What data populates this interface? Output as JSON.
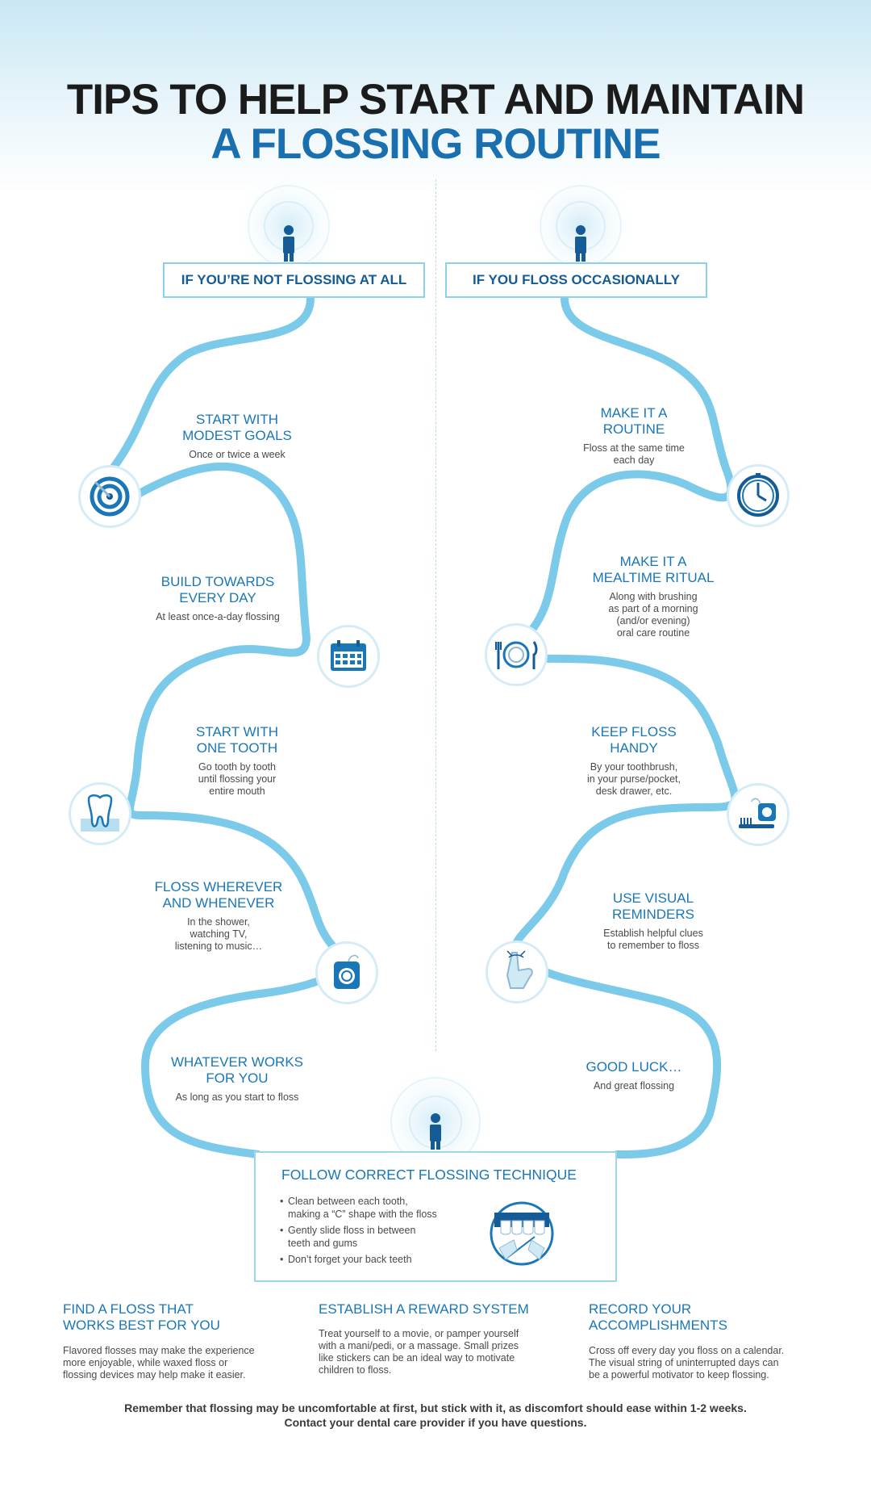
{
  "title": {
    "line1": "TIPS TO HELP START AND MAINTAIN",
    "line2": "A FLOSSING ROUTINE"
  },
  "colors": {
    "accent": "#1a77b7",
    "path": "#7ccaea",
    "dark": "#155c97",
    "title": "#1b1b1b"
  },
  "left": {
    "header": "IF YOU’RE NOT FLOSSING AT ALL",
    "steps": [
      {
        "title": "START WITH\nMODEST GOALS",
        "desc": "Once or twice a week",
        "icon": "target-icon"
      },
      {
        "title": "BUILD TOWARDS\nEVERY DAY",
        "desc": "At least once-a-day flossing",
        "icon": "calendar-icon"
      },
      {
        "title": "START WITH\nONE TOOTH",
        "desc": "Go tooth by tooth\nuntil flossing your\nentire mouth",
        "icon": "tooth-icon"
      },
      {
        "title": "FLOSS WHEREVER\nAND WHENEVER",
        "desc": "In the shower,\nwatching TV,\nlistening to music…",
        "icon": "floss-container-icon"
      },
      {
        "title": "WHATEVER WORKS\nFOR YOU",
        "desc": "As long as you start to floss"
      }
    ]
  },
  "right": {
    "header": "IF YOU FLOSS OCCASIONALLY",
    "steps": [
      {
        "title": "MAKE IT A\nROUTINE",
        "desc": "Floss at the same time\neach day",
        "icon": "clock-icon"
      },
      {
        "title": "MAKE IT A\nMEALTIME RITUAL",
        "desc": "Along with brushing\nas part of a morning\n(and/or evening)\noral care routine",
        "icon": "plate-cutlery-icon"
      },
      {
        "title": "KEEP FLOSS\nHANDY",
        "desc": "By your toothbrush,\nin your purse/pocket,\ndesk drawer, etc.",
        "icon": "toothbrush-floss-icon"
      },
      {
        "title": "USE VISUAL\nREMINDERS",
        "desc": "Establish helpful clues\nto remember to floss",
        "icon": "finger-string-icon"
      },
      {
        "title": "GOOD LUCK…",
        "desc": "And great flossing"
      }
    ]
  },
  "technique": {
    "title": "FOLLOW CORRECT FLOSSING TECHNIQUE",
    "bullets": [
      "Clean between each tooth,\nmaking a “C” shape with the floss",
      "Gently slide floss in between\nteeth and gums",
      "Don’t forget your back teeth"
    ],
    "icon": "flossing-teeth-icon"
  },
  "bottom": [
    {
      "title": "FIND A FLOSS THAT\nWORKS BEST FOR YOU",
      "desc": "Flavored flosses may make the experience\nmore enjoyable, while waxed floss or\nflossing devices may help make it easier."
    },
    {
      "title": "ESTABLISH A REWARD SYSTEM",
      "desc": "Treat yourself to a movie, or pamper yourself\nwith a mani/pedi, or a massage. Small prizes\nlike stickers can be an ideal way to motivate\nchildren to floss."
    },
    {
      "title": "RECORD YOUR\nACCOMPLISHMENTS",
      "desc": "Cross off every day you floss on a calendar.\nThe visual string of uninterrupted days can\nbe a powerful motivator to keep flossing."
    }
  ],
  "footer": {
    "line1": "Remember that flossing may be uncomfortable at first, but stick with it, as discomfort should ease within 1-2 weeks.",
    "line2": "Contact your dental care provider if you have questions."
  }
}
